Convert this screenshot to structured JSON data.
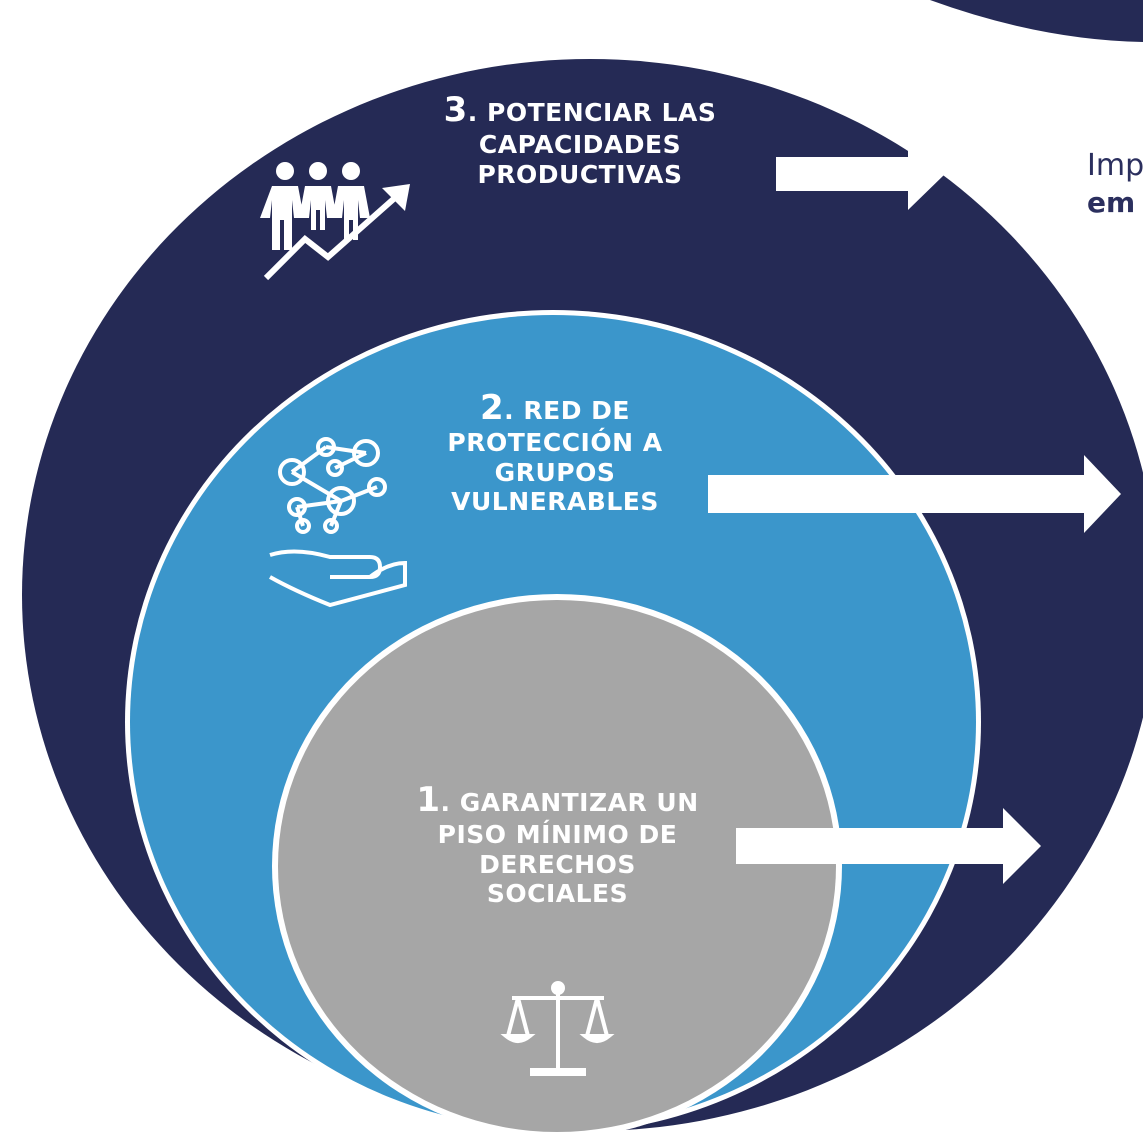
{
  "colors": {
    "outer": "#252a55",
    "middle": "#3b96cb",
    "inner": "#a6a6a6",
    "text": "#ffffff",
    "side_text": "#2b2f5e"
  },
  "levels": [
    {
      "number": "3",
      "lines": [
        ". POTENCIAR LAS",
        "CAPACIDADES",
        "PRODUCTIVAS"
      ],
      "icon": "people-growth-icon"
    },
    {
      "number": "2",
      "lines": [
        ". RED DE",
        "PROTECCIÓN A",
        "GRUPOS",
        "VULNERABLES"
      ],
      "icon": "network-hand-icon"
    },
    {
      "number": "1",
      "lines": [
        ". GARANTIZAR UN",
        "PISO MÍNIMO DE",
        "DERECHOS",
        "SOCIALES"
      ],
      "icon": "scales-icon"
    }
  ],
  "side_text": {
    "line1": "Imp",
    "line2": "em"
  }
}
